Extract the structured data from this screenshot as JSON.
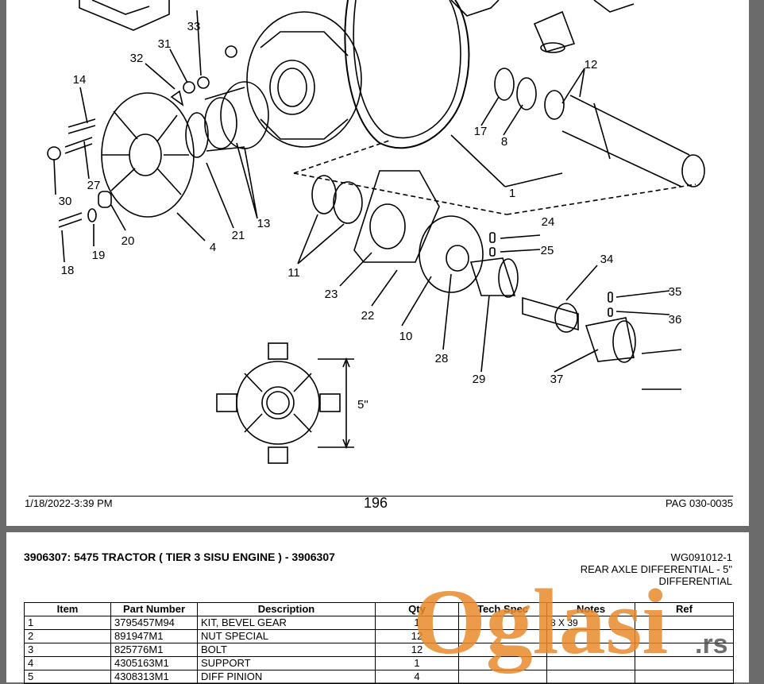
{
  "top_page": {
    "callouts": [
      "33",
      "31",
      "32",
      "14",
      "27",
      "30",
      "18",
      "19",
      "20",
      "4",
      "21",
      "13",
      "12",
      "17",
      "8",
      "1",
      "11",
      "23",
      "22",
      "24",
      "25",
      "10",
      "28",
      "29",
      "34",
      "35",
      "36",
      "37"
    ],
    "dimension_label": "5\"",
    "footer": {
      "datetime": "1/18/2022-3:39 PM",
      "page_number": "196",
      "page_code": "PAG 030-0035"
    }
  },
  "bottom_page": {
    "title": "3906307: 5475   TRACTOR  ( TIER 3 SISU ENGINE ) - 3906307",
    "ref_code": "WG091012-1",
    "section_line1": "REAR AXLE DIFFERENTIAL - 5\"",
    "section_line2": "DIFFERENTIAL",
    "table": {
      "headers": [
        "Item",
        "Part Number",
        "Description",
        "Qty",
        "Tech Spec",
        "Notes",
        "Ref"
      ],
      "rows": [
        {
          "item": "1",
          "part": "3795457M94",
          "desc": "KIT, BEVEL GEAR",
          "qty": "1",
          "spec": "",
          "notes": "8 X 39"
        },
        {
          "item": "2",
          "part": "891947M1",
          "desc": "NUT SPECIAL",
          "qty": "12",
          "spec": "",
          "notes": ""
        },
        {
          "item": "3",
          "part": "825776M1",
          "desc": "BOLT",
          "qty": "12",
          "spec": "",
          "notes": ""
        },
        {
          "item": "4",
          "part": "4305163M1",
          "desc": "SUPPORT",
          "qty": "1",
          "spec": "",
          "notes": ""
        },
        {
          "item": "5",
          "part": "4308313M1",
          "desc": "DIFF PINION",
          "qty": "4",
          "spec": "",
          "notes": ""
        }
      ]
    }
  },
  "watermark": {
    "text": "Oglasi",
    "suffix": ".rs",
    "color": "#e8892a"
  }
}
